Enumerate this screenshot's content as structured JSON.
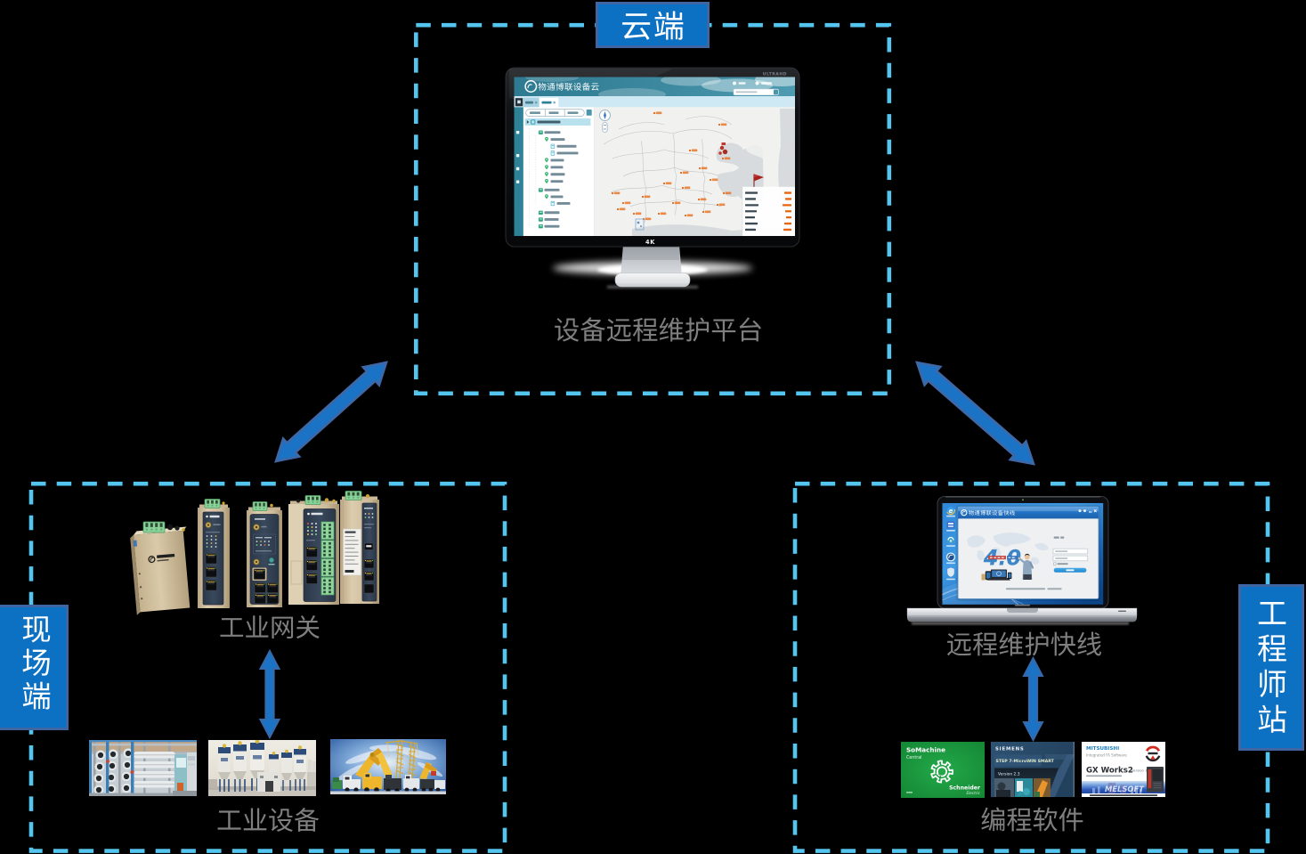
{
  "page": {
    "background": "#000000",
    "accent_blue": "#0d71c3",
    "dash_blue": "#54c5ee",
    "arrow_blue": "#1a73c5",
    "caption_gray": "#7f7f7f"
  },
  "cloud": {
    "label": "云端",
    "caption": "设备远程维护平台",
    "monitor": {
      "brand": "ULTRAHD",
      "logo_text": "4K",
      "app_title": "物通博联设备云"
    }
  },
  "field": {
    "label": "现场端",
    "gateway_caption": "工业网关",
    "equipment_caption": "工业设备"
  },
  "engineer": {
    "label": "工程师站",
    "laptop_caption": "远程维护快线",
    "software_caption": "编程软件",
    "laptop": {
      "window_title": "物通博联设备快线",
      "big_text": "4.0",
      "ie_icon_glyph": "e"
    },
    "software": [
      {
        "title": "SoMachine",
        "subtitle": "Central",
        "brand": "Schneider",
        "brand2": "Electric"
      },
      {
        "brand": "SIEMENS",
        "title": "STEP 7-MicroWIN SMART",
        "version": "Version 2.3",
        "big7": "7"
      },
      {
        "brand": "MITSUBISHI",
        "subtitle": "Integrated FA Software",
        "title": "GX Works2",
        "version": "Version 1",
        "band": "MELSOFT"
      }
    ]
  }
}
